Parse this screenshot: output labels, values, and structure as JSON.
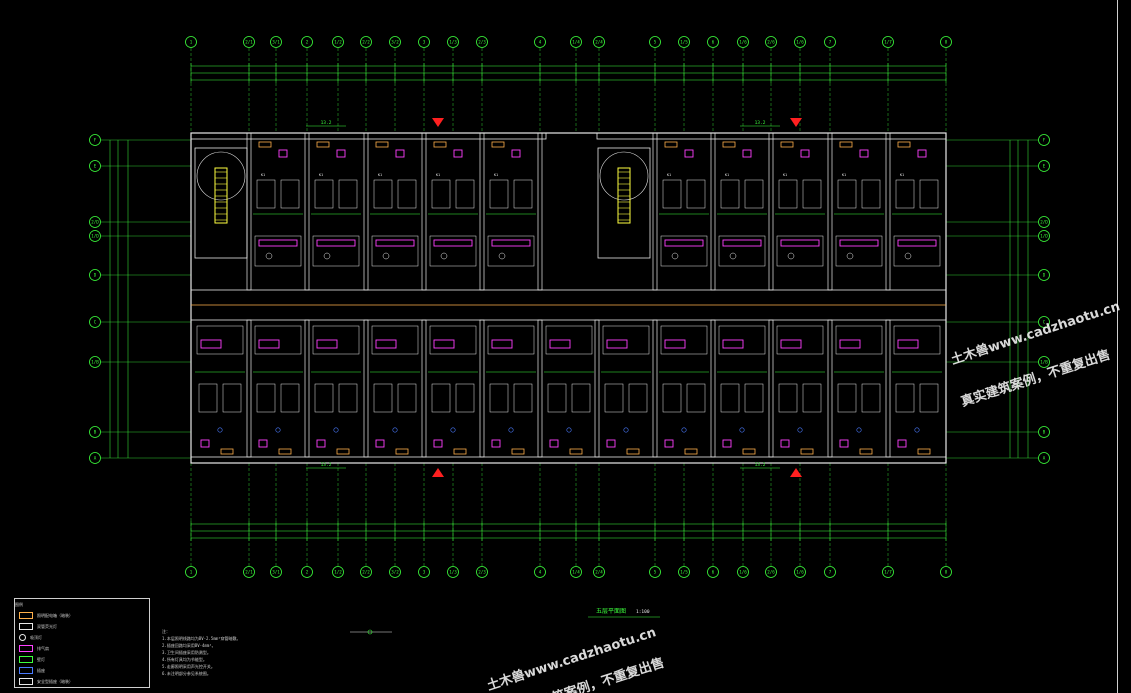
{
  "axes": {
    "columns": [
      "1",
      "2/1",
      "3/1",
      "2",
      "1/2",
      "2/2",
      "3/2",
      "3",
      "1/3",
      "2/3",
      "4",
      "1/4",
      "2/4",
      "5",
      "1/5",
      "6",
      "1/6",
      "2/6",
      "1/6",
      "7",
      "1/7",
      "8"
    ],
    "rows": [
      "F",
      "E",
      "2/D",
      "1/D",
      "D",
      "C",
      "1/B",
      "B",
      "A"
    ]
  },
  "drawing": {
    "title": "五层平面图",
    "scale": "1:100",
    "detail_ref": "13.2",
    "room_tag": "K1"
  },
  "legend": {
    "title": "图例",
    "items": [
      "照明配电箱（暗装）",
      "双管荧光灯",
      "吸顶灯",
      "排气扇",
      "壁灯",
      "插座",
      "安全型插座（暗装）"
    ]
  },
  "notes": {
    "title": "注：",
    "lines": [
      "1.本层照明线路均为BV-2.5mm²穿管暗敷。",
      "2.插座回路均采用BV-4mm²。",
      "3.卫生间插座采用防溅型。",
      "4.所有灯具均为节能型。",
      "5.走廊照明采用声光控开关。",
      "6.未注明部分参见系统图。"
    ]
  },
  "watermark": {
    "line1": "土木兽www.cadzhaotu.cn",
    "line2": "真实建筑案例，不重复出售"
  },
  "colors": {
    "background": "#000000",
    "grid": "#3cff3c",
    "wall": "#e8e8e8",
    "device": "#ff40ff",
    "outlet": "#ffb04a",
    "arrow": "#ff2020"
  }
}
